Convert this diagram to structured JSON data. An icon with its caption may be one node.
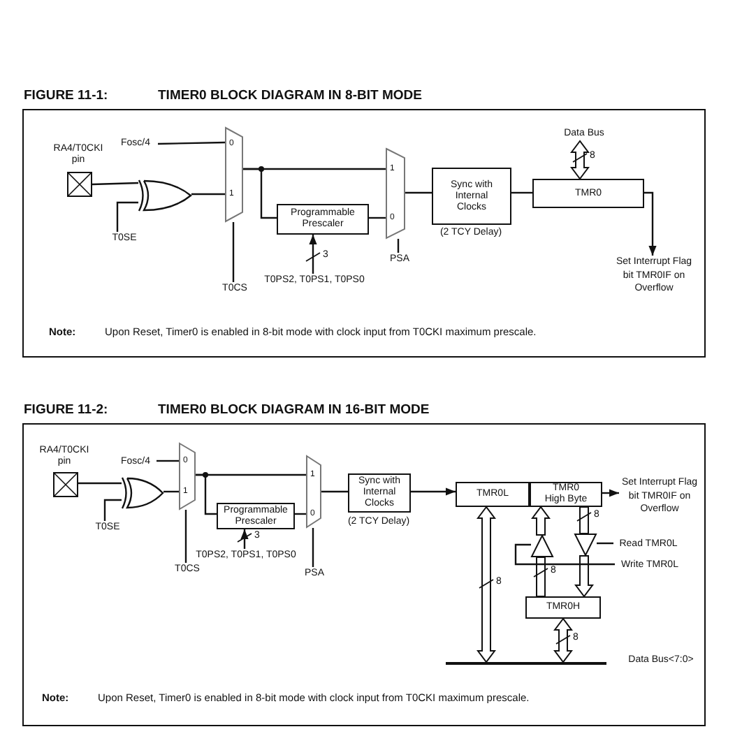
{
  "diagram": {
    "nodes": [
      {
        "text": [
          "FIGURE 11-1:",
          "TIMER0 BLOCK DIAGRAM IN 8-BIT MODE"
        ]
      },
      {
        "text": [],
        "shape": "box",
        "beside": [
          "RA4/T0CKI pin"
        ],
        "in": 0
      },
      {
        "text": [],
        "shape": "gate",
        "in": 0
      },
      {
        "text": [
          "0",
          "1"
        ],
        "in": 0
      },
      {
        "text": [
          "Programmable Prescaler"
        ],
        "in": 0
      },
      {
        "text": [
          "1",
          "0"
        ],
        "in": 0
      },
      {
        "text": [
          "Sync with Internal Clocks"
        ],
        "beside": [
          "(2 TCY Delay)"
        ],
        "in": 0
      },
      {
        "text": [
          "TMR0"
        ],
        "in": 0
      },
      {
        "text": [
          "Fosc/4"
        ],
        "in": 0
      },
      {
        "text": [
          "T0SE"
        ],
        "in": 0
      },
      {
        "text": [
          "T0CS"
        ],
        "in": 0
      },
      {
        "text": [
          "T0PS2, T0PS1, T0PS0"
        ],
        "in": 0
      },
      {
        "text": [
          "PSA"
        ],
        "in": 0
      },
      {
        "text": [
          "Data Bus"
        ],
        "in": 0
      },
      {
        "text": [
          "Set Interrupt Flag bit TMR0IF on Overflow"
        ],
        "in": 0
      },
      {
        "text": [
          "FIGURE 11-2:",
          "TIMER0 BLOCK DIAGRAM IN 16-BIT MODE"
        ]
      },
      {
        "text": [],
        "shape": "box",
        "beside": [
          "RA4/T0CKI pin"
        ],
        "in": 15
      },
      {
        "text": [],
        "shape": "gate",
        "in": 15
      },
      {
        "text": [
          "0",
          "1"
        ],
        "in": 15
      },
      {
        "text": [
          "Programmable Prescaler"
        ],
        "in": 15
      },
      {
        "text": [
          "1",
          "0"
        ],
        "in": 15
      },
      {
        "text": [
          "Sync with Internal Clocks"
        ],
        "beside": [
          "(2 TCY Delay)"
        ],
        "in": 15
      },
      {
        "text": [
          "TMR0L"
        ],
        "in": 15
      },
      {
        "text": [
          "TMR0 High Byte"
        ],
        "in": 15
      },
      {
        "text": [
          "TMR0H"
        ],
        "in": 15
      },
      {
        "text": [],
        "shape": "triangle",
        "in": 15
      },
      {
        "text": [],
        "shape": "triangle",
        "in": 15
      },
      {
        "text": [
          "Fosc/4"
        ],
        "in": 15
      },
      {
        "text": [
          "T0SE"
        ],
        "in": 15
      },
      {
        "text": [
          "T0CS"
        ],
        "in": 15
      },
      {
        "text": [
          "T0PS2, T0PS1, T0PS0"
        ],
        "in": 15
      },
      {
        "text": [
          "PSA"
        ],
        "in": 15
      },
      {
        "text": [
          "Set Interrupt Flag bit TMR0IF on Overflow"
        ],
        "in": 15
      },
      {
        "text": [
          "Read TMR0L"
        ],
        "in": 15
      },
      {
        "text": [
          "Write TMR0L"
        ],
        "in": 15
      },
      {
        "text": [],
        "shape": "bar",
        "beside": [
          "Data Bus<7:0>"
        ],
        "in": 15
      }
    ],
    "edges": [
      {
        "from": 1,
        "to": 2,
        "arrow": "none"
      },
      {
        "from": 9,
        "to": 2,
        "arrow": "none"
      },
      {
        "from": 2,
        "to": 3,
        "arrow": "none"
      },
      {
        "from": 8,
        "to": 3,
        "arrow": "none"
      },
      {
        "from": 10,
        "to": 3,
        "arrow": "none"
      },
      {
        "from": 3,
        "to": 5,
        "arrow": "none"
      },
      {
        "from": 3,
        "to": 4,
        "arrow": "none"
      },
      {
        "from": 4,
        "to": 5,
        "arrow": "none"
      },
      {
        "from": 12,
        "to": 5,
        "arrow": "none"
      },
      {
        "from": 11,
        "to": 4,
        "arrow": "to",
        "label": "3"
      },
      {
        "from": 5,
        "to": 6,
        "arrow": "none"
      },
      {
        "from": 6,
        "to": 7,
        "arrow": "none"
      },
      {
        "from": 7,
        "to": 14,
        "arrow": "to"
      },
      {
        "from": 13,
        "to": 7,
        "arrow": "both",
        "label": "8",
        "style": "thick"
      },
      {
        "from": 16,
        "to": 17,
        "arrow": "none"
      },
      {
        "from": 28,
        "to": 17,
        "arrow": "none"
      },
      {
        "from": 17,
        "to": 18,
        "arrow": "none"
      },
      {
        "from": 27,
        "to": 18,
        "arrow": "none"
      },
      {
        "from": 29,
        "to": 18,
        "arrow": "none"
      },
      {
        "from": 18,
        "to": 20,
        "arrow": "none"
      },
      {
        "from": 18,
        "to": 19,
        "arrow": "none"
      },
      {
        "from": 19,
        "to": 20,
        "arrow": "none"
      },
      {
        "from": 31,
        "to": 20,
        "arrow": "none"
      },
      {
        "from": 30,
        "to": 19,
        "arrow": "to",
        "label": "3"
      },
      {
        "from": 20,
        "to": 21,
        "arrow": "none"
      },
      {
        "from": 21,
        "to": 22,
        "arrow": "to"
      },
      {
        "from": 23,
        "to": 32,
        "arrow": "to"
      },
      {
        "from": 22,
        "to": 35,
        "arrow": "both",
        "label": "8",
        "style": "thick"
      },
      {
        "from": 24,
        "to": 35,
        "arrow": "both",
        "label": "8",
        "style": "thick"
      },
      {
        "from": 24,
        "to": 25,
        "arrow": "none",
        "label": "8",
        "style": "thick"
      },
      {
        "from": 25,
        "to": 23,
        "arrow": "to",
        "style": "thick"
      },
      {
        "from": 23,
        "to": 26,
        "arrow": "none",
        "label": "8",
        "style": "thick"
      },
      {
        "from": 26,
        "to": 24,
        "arrow": "to",
        "style": "thick"
      },
      {
        "from": 33,
        "to": 26,
        "arrow": "none"
      },
      {
        "from": 34,
        "to": 25,
        "arrow": "none"
      }
    ],
    "labels": [
      "Note:",
      "Upon Reset, Timer0 is enabled in 8-bit mode with clock input from T0CKI maximum prescale.",
      "Note:",
      "Upon Reset, Timer0 is enabled in 8-bit mode with clock input from T0CKI maximum prescale."
    ]
  }
}
